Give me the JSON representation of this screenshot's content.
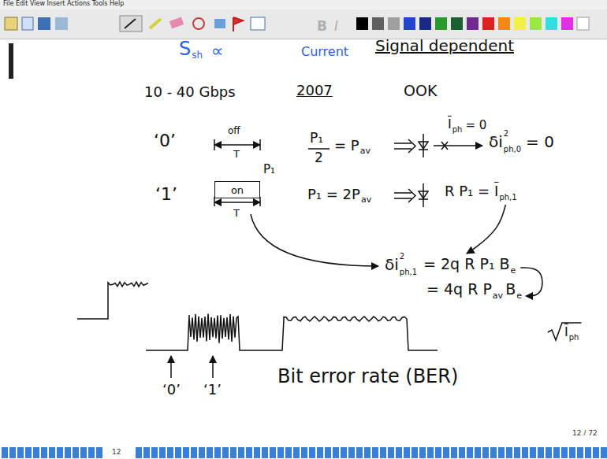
{
  "diagram": {
    "nodes": [
      {
        "text": [
          "on"
        ]
      }
    ],
    "labels": [
      "File Edit View Insert Actions Tools Help",
      "B",
      "I",
      "S",
      "sh",
      "∝",
      "Current",
      "Signal dependent",
      "10 - 40 Gbps",
      "2007",
      "OOK",
      "‘0’",
      "off",
      "T",
      "‘1’",
      "T",
      "P₁",
      "P₁",
      "2",
      "= P",
      "av",
      "P₁ = 2P",
      "av",
      "I",
      "ph",
      "= 0",
      "δi",
      "2",
      "ph,0",
      "= 0",
      "R P₁ =",
      "I",
      "ph,1",
      "δi",
      "2",
      "ph,1",
      "= 2q R P₁ B",
      "e",
      "= 4q R P",
      "av",
      "B",
      "e",
      "I",
      "ph",
      "‘0’",
      "‘1’",
      "Bit error rate (BER)",
      "12 / 72",
      "12"
    ]
  }
}
